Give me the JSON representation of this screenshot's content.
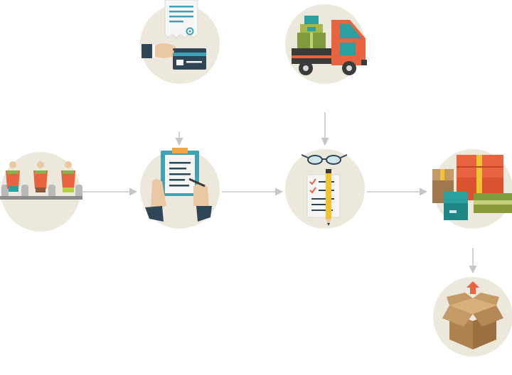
{
  "diagram": {
    "title": "",
    "nodes": [
      {
        "id": "payment",
        "icon": "card-payment-icon"
      },
      {
        "id": "delivery",
        "icon": "delivery-truck-icon"
      },
      {
        "id": "workers",
        "icon": "assembly-line-workers-icon"
      },
      {
        "id": "contract",
        "icon": "clipboard-signing-icon"
      },
      {
        "id": "checklist",
        "icon": "checklist-review-icon"
      },
      {
        "id": "packages",
        "icon": "boxed-goods-icon"
      },
      {
        "id": "unboxing",
        "icon": "open-box-icon"
      }
    ],
    "edges": [
      {
        "from": "payment",
        "to": "contract"
      },
      {
        "from": "delivery",
        "to": "checklist"
      },
      {
        "from": "workers",
        "to": "contract"
      },
      {
        "from": "contract",
        "to": "checklist"
      },
      {
        "from": "checklist",
        "to": "packages"
      },
      {
        "from": "packages",
        "to": "unboxing"
      }
    ],
    "colors": {
      "circle": "#ede8dc",
      "arrow": "#c6c6c6",
      "orange": "#e8633f",
      "teal": "#2aa0a0",
      "navy": "#2f4656",
      "olive": "#8a9a3a",
      "cardboard": "#c49a66"
    }
  }
}
